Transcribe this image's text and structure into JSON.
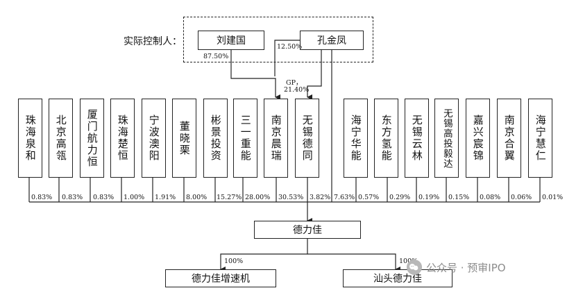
{
  "controller_label": "实际控制人：",
  "controllers": [
    {
      "name": "刘建国",
      "pct": "87.50%"
    },
    {
      "name": "孔金凤",
      "pct": "12.50%"
    }
  ],
  "gp_label": "GP，",
  "gp_pct": "21.40%",
  "shareholders": [
    {
      "name": "珠海泉和",
      "pct": "0.83%"
    },
    {
      "name": "北京高瓴",
      "pct": "0.83%"
    },
    {
      "name": "厦门航力恒",
      "pct": "0.83%"
    },
    {
      "name": "珠海楚恒",
      "pct": "1.00%"
    },
    {
      "name": "宁波澳阳",
      "pct": "1.91%"
    },
    {
      "name": "董晓栗",
      "pct": "8.00%"
    },
    {
      "name": "彬景投资",
      "pct": "15.27%"
    },
    {
      "name": "三一重能",
      "pct": "28.00%"
    },
    {
      "name": "南京晨瑞",
      "pct": "30.53%"
    },
    {
      "name": "无锡德同",
      "pct": "3.82%"
    },
    {
      "name": "海宁华能",
      "pct": "0.57%"
    },
    {
      "name": "东方氢能",
      "pct": "0.29%"
    },
    {
      "name": "无锡云林",
      "pct": "0.19%"
    },
    {
      "name": "无锡高投毅达",
      "pct": "0.15%"
    },
    {
      "name": "嘉兴宸锦",
      "pct": "0.08%"
    },
    {
      "name": "南京合翼",
      "pct": "0.06%"
    },
    {
      "name": "海宁慧仁",
      "pct": "0.01%"
    }
  ],
  "kong_direct_pct": "7.63%",
  "company": "德力佳",
  "subsidiaries": [
    {
      "name": "德力佳增速机",
      "pct": "100%"
    },
    {
      "name": "汕头德力佳",
      "pct": "100%"
    }
  ],
  "watermark": "公众号 · 预审IPO"
}
